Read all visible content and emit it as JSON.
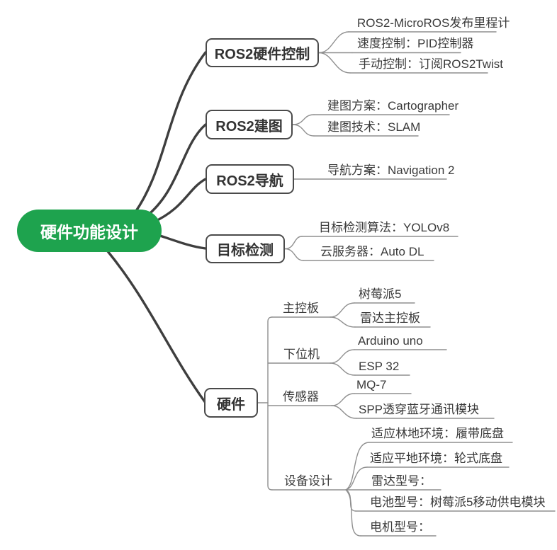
{
  "root": {
    "label": "硬件功能设计"
  },
  "branches": [
    {
      "label": "ROS2硬件控制",
      "leaves": [
        "ROS2-MicroROS发布里程计",
        "速度控制：PID控制器",
        "手动控制：订阅ROS2Twist"
      ]
    },
    {
      "label": "ROS2建图",
      "leaves": [
        "建图方案：Cartographer",
        "建图技术：SLAM"
      ]
    },
    {
      "label": "ROS2导航",
      "leaves": [
        "导航方案：Navigation 2"
      ]
    },
    {
      "label": "目标检测",
      "leaves": [
        "目标检测算法：YOLOv8",
        "云服务器：Auto DL"
      ]
    },
    {
      "label": "硬件",
      "children": [
        {
          "label": "主控板",
          "leaves": [
            "树莓派5",
            "雷达主控板"
          ]
        },
        {
          "label": "下位机",
          "leaves": [
            "Arduino uno",
            "ESP 32"
          ]
        },
        {
          "label": "传感器",
          "leaves": [
            "MQ-7",
            "SPP透穿蓝牙通讯模块"
          ]
        },
        {
          "label": "设备设计",
          "leaves": [
            "适应林地环境：履带底盘",
            "适应平地环境：轮式底盘",
            "雷达型号：",
            "电池型号：树莓派5移动供电模块",
            "电机型号："
          ]
        }
      ]
    }
  ],
  "colors": {
    "root_bg": "#1ea34e",
    "root_text": "#ffffff",
    "box_border": "#4a4a4a",
    "text": "#3a3a3a",
    "thick_line": "#3e3e3e",
    "thin_line": "#8f8f8f"
  }
}
